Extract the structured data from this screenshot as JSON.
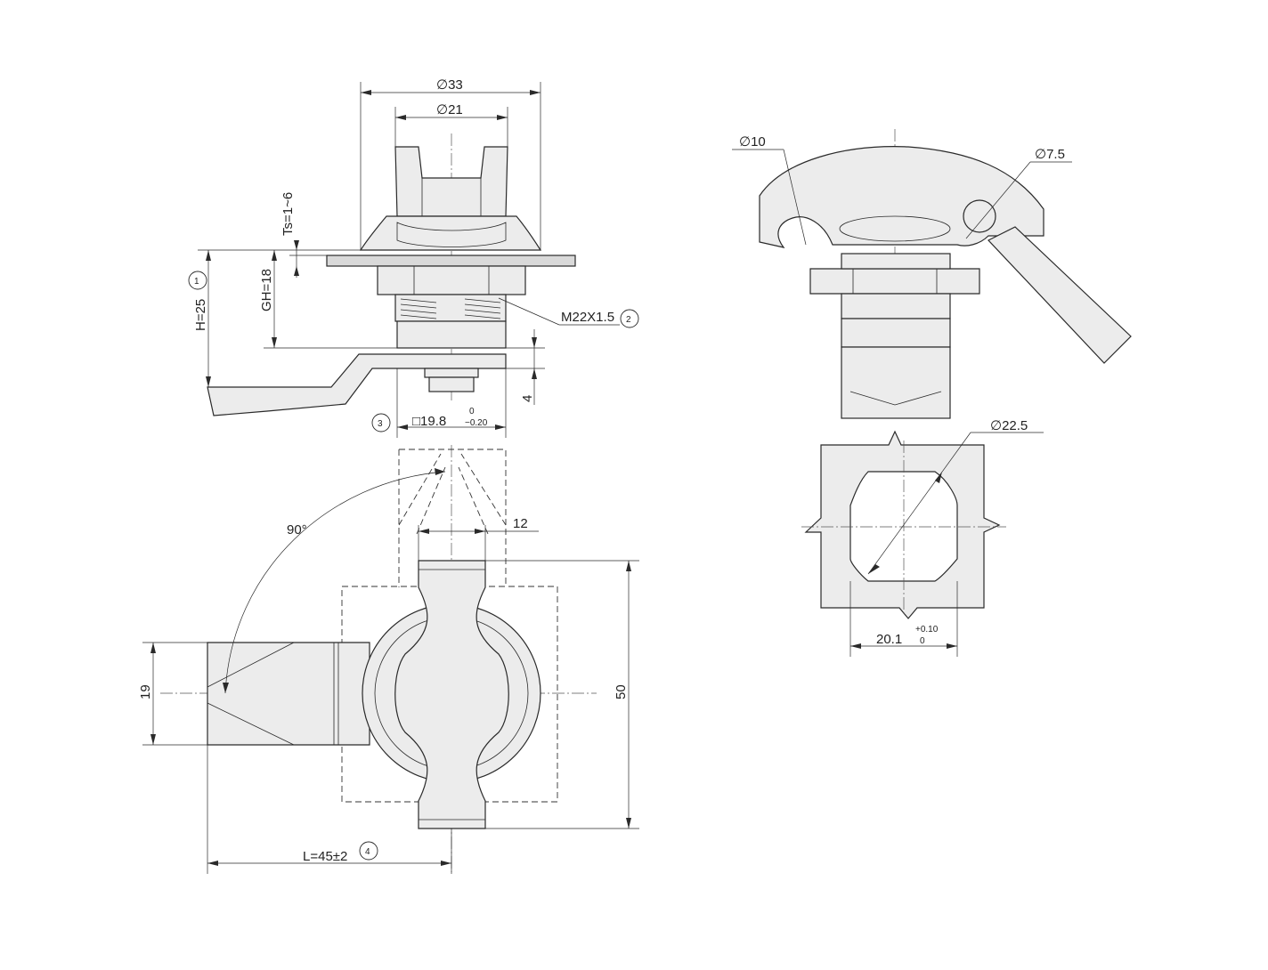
{
  "dimensions": {
    "dia_33": "∅33",
    "dia_21": "∅21",
    "ts": "Ts=1~6",
    "gh": "GH=18",
    "h": "H=25",
    "thread": "M22X1.5",
    "square_base": "□19.8",
    "square_tol_upper": "0",
    "square_tol_lower": "−0.20",
    "four": "4",
    "ninety": "90°",
    "twelve": "12",
    "nineteen": "19",
    "fifty": "50",
    "length": "L=45±2",
    "dia_10": "∅10",
    "dia_7_5": "∅7.5",
    "dia_22_5": "∅22.5",
    "cutout_base": "20.1",
    "cutout_tol_upper": "+0.10",
    "cutout_tol_lower": "0"
  },
  "callouts": [
    "1",
    "2",
    "3",
    "4"
  ]
}
